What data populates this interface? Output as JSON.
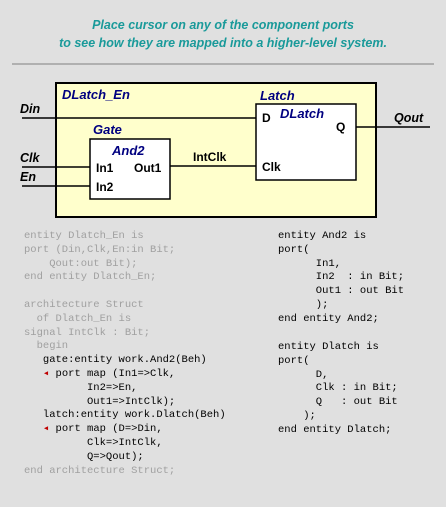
{
  "header": {
    "line1": "Place cursor on any of the component ports",
    "line2": "to see how they are mapped into a higher-level system."
  },
  "diagram": {
    "outer_name": "DLatch_En",
    "gate_label": "Gate",
    "and2_name": "And2",
    "latch_label": "Latch",
    "dlatch_name": "DLatch",
    "ports": {
      "din": "Din",
      "clk": "Clk",
      "en": "En",
      "qout": "Qout",
      "in1": "In1",
      "in2": "In2",
      "out1": "Out1",
      "d": "D",
      "q": "Q",
      "latch_clk": "Clk"
    },
    "signal_intclk": "IntClk"
  },
  "colors": {
    "title": "#1a9a9a",
    "block_fill": "#ffffcc",
    "label_blue": "#000080",
    "arrow": "#c00000"
  },
  "code_left": {
    "l1": "entity Dlatch_En is",
    "l2": "port (Din,Clk,En:in Bit;",
    "l3": "    Qout:out Bit);",
    "l4": "end entity Dlatch_En;",
    "l5": "architecture Struct",
    "l6": "  of Dlatch_En is",
    "l7": "signal IntClk : Bit;",
    "l8": "  begin",
    "l9": "   gate:entity work.And2(Beh)",
    "l10": "port map (In1=>Clk,",
    "l11": "          In2=>En,",
    "l12": "          Out1=>IntClk);",
    "l13": "   latch:entity work.Dlatch(Beh)",
    "l14": "port map (D=>Din,",
    "l15": "          Clk=>IntClk,",
    "l16": "          Q=>Qout);",
    "l17": "end architecture Struct;"
  },
  "code_right": {
    "and2": "entity And2 is\nport(\n      In1,\n      In2  : in Bit;\n      Out1 : out Bit\n      );\nend entity And2;",
    "dlatch": "entity Dlatch is\nport(\n      D,\n      Clk : in Bit;\n      Q   : out Bit\n    );\nend entity Dlatch;"
  }
}
